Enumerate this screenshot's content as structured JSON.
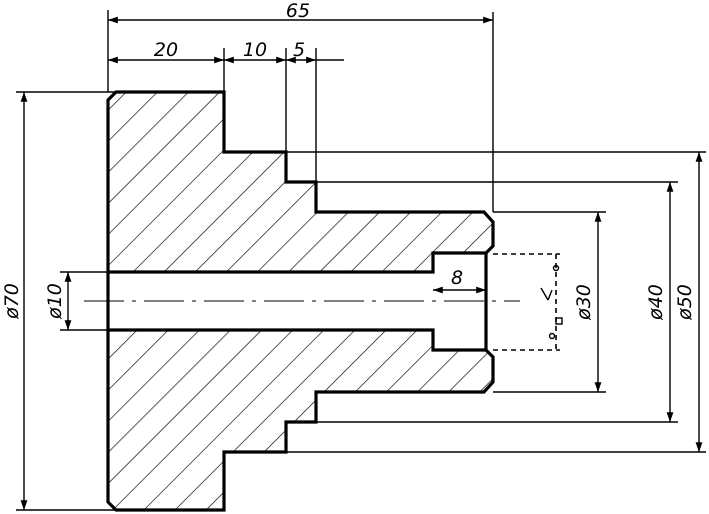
{
  "dimensions": {
    "overall_length": "65",
    "flange_width": "20",
    "step_1": "10",
    "step_2": "5",
    "counterbore_depth": "8",
    "diameter_70": "ø70",
    "diameter_10": "ø10",
    "diameter_30": "ø30",
    "diameter_40": "ø40",
    "diameter_50": "ø50"
  },
  "colors": {
    "line": "#000000",
    "background": "#ffffff"
  }
}
